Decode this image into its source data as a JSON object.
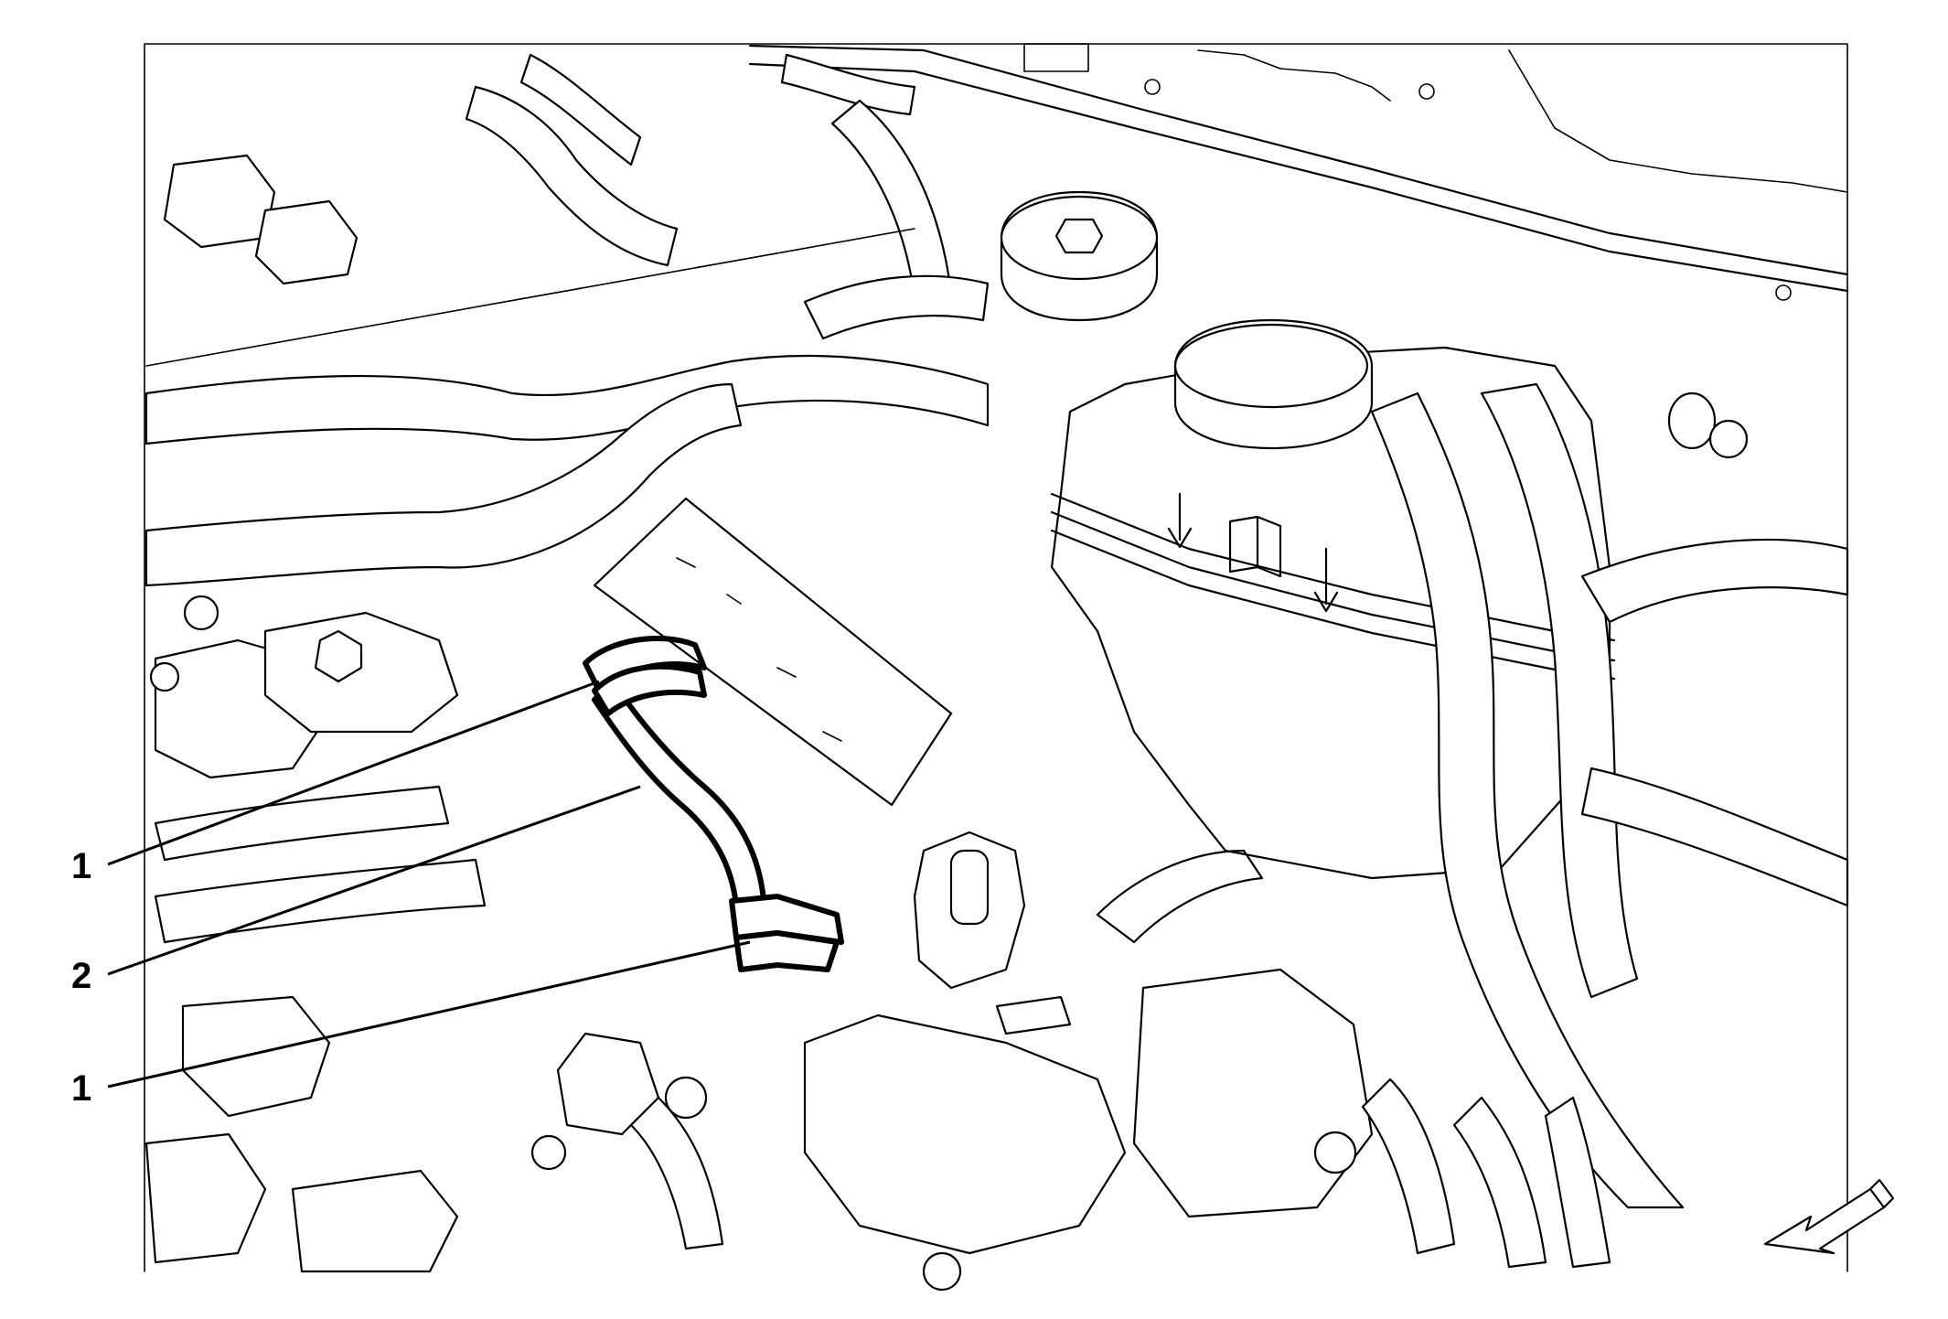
{
  "callouts": [
    {
      "id": "callout-1-upper",
      "label": "1"
    },
    {
      "id": "callout-2",
      "label": "2"
    },
    {
      "id": "callout-1-lower",
      "label": "1"
    }
  ]
}
